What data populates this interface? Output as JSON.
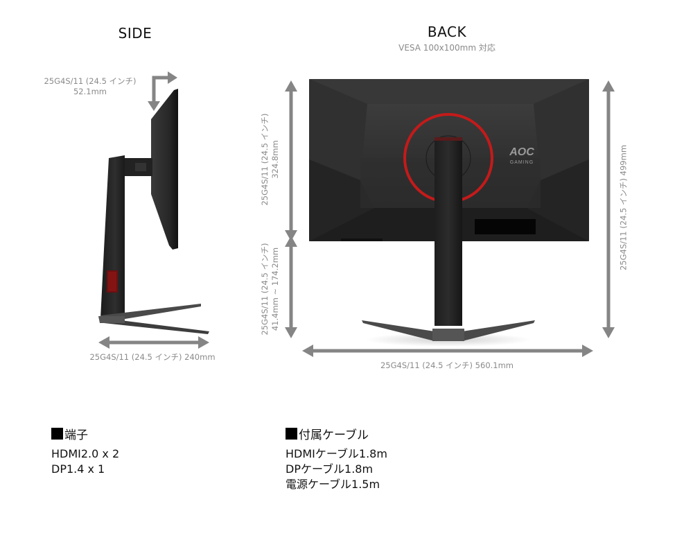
{
  "views": {
    "side": {
      "title": "SIDE",
      "depth_label_line1": "25G4S/11 (24.5 インチ)",
      "depth_label_line2": "52.1mm",
      "base_depth_label": "25G4S/11 (24.5 インチ) 240mm"
    },
    "back": {
      "title": "BACK",
      "subtitle": "VESA 100x100mm 対応",
      "panel_height_label_line1": "25G4S/11 (24.5 インチ)",
      "panel_height_label_line2": "324.8mm",
      "height_adjust_label_line1": "25G4S/11 (24.5 インチ)",
      "height_adjust_label_line2": "41.4mm ~ 174.2mm",
      "total_height_label": "25G4S/11 (24.5 インチ) 499mm",
      "width_label": "25G4S/11 (24.5 インチ) 560.1mm",
      "logo_brand": "AOC",
      "logo_sub": "GAMING"
    }
  },
  "specs": {
    "ports": {
      "title": "端子",
      "items": [
        "HDMI2.0 x 2",
        "DP1.4 x 1"
      ]
    },
    "cables": {
      "title": "付属ケーブル",
      "items": [
        "HDMIケーブル1.8m",
        "DPケーブル1.8m",
        "電源ケーブル1.5m"
      ]
    }
  },
  "colors": {
    "arrow": "#858585",
    "label": "#8a8a8a",
    "monitor_body": "#2a2a2a",
    "accent_red": "#c41a1a"
  }
}
